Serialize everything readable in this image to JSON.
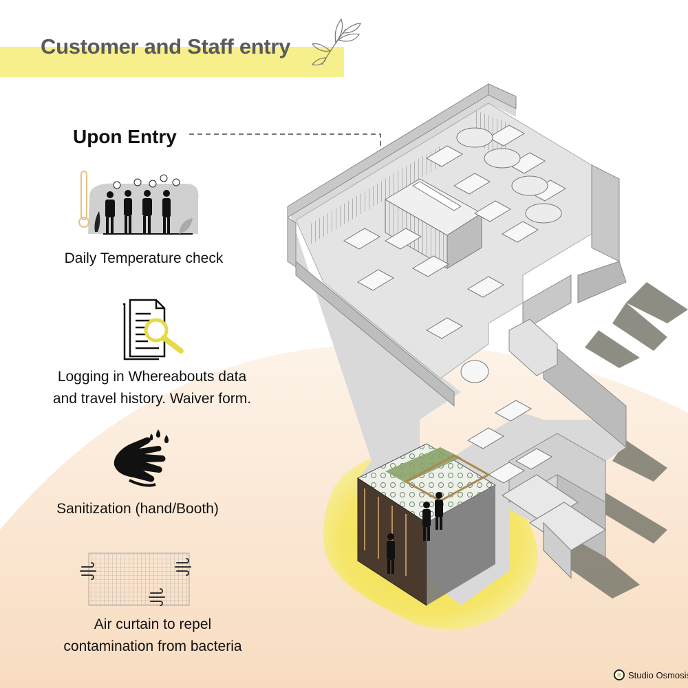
{
  "header": {
    "title": "Customer and Staff entry"
  },
  "section": {
    "title": "Upon Entry"
  },
  "steps": [
    {
      "icon": "temperature-check-queue-icon",
      "label_lines": [
        "Daily Temperature check"
      ]
    },
    {
      "icon": "document-search-icon",
      "label_lines": [
        "Logging in Whereabouts data",
        "and travel history. Waiver form."
      ]
    },
    {
      "icon": "hand-wash-icon",
      "label_lines": [
        "Sanitization (hand/Booth)"
      ]
    },
    {
      "icon": "air-curtain-grid-icon",
      "label_lines": [
        "Air curtain to repel",
        "contamination from bacteria"
      ]
    }
  ],
  "footer": {
    "brand": "Studio Osmosis"
  },
  "colors": {
    "accent_yellow": "#f6ef8c",
    "blob_yellow": "#f3e34a",
    "peach_bg": "#fbe8d4",
    "title_gray": "#5a5a5a"
  }
}
